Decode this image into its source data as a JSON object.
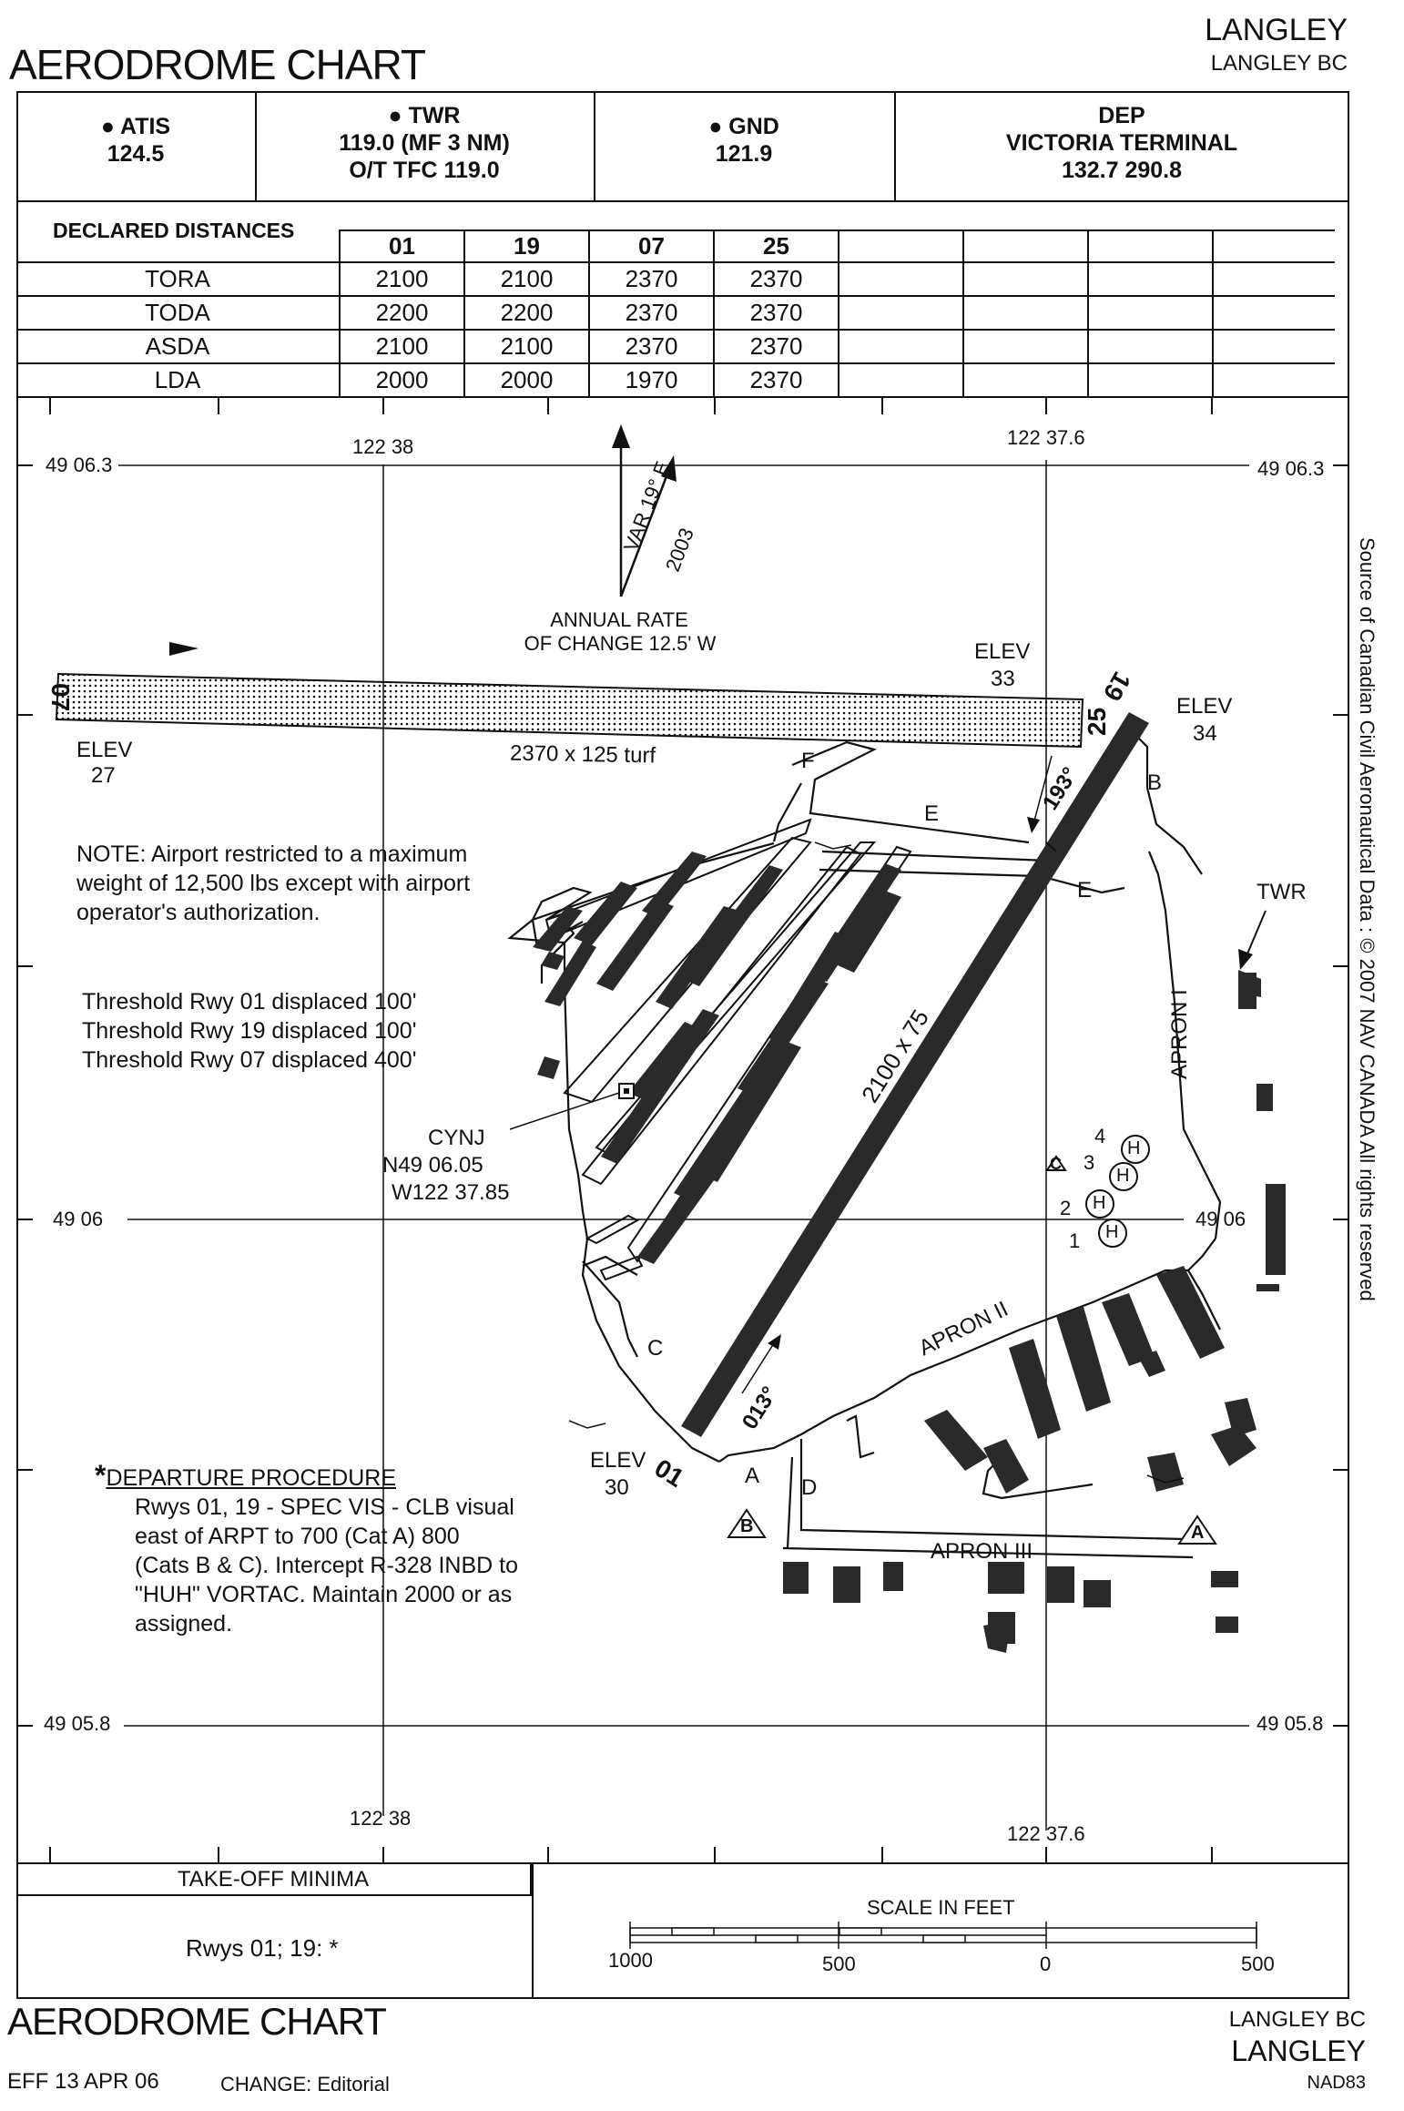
{
  "header": {
    "title": "AERODROME CHART",
    "airport_name": "LANGLEY",
    "airport_location": "LANGLEY BC"
  },
  "frequencies": {
    "atis_label": "ATIS",
    "atis_freq": "124.5",
    "twr_label": "TWR",
    "twr_line1": "119.0 (MF 3 NM)",
    "twr_line2": "O/T TFC 119.0",
    "gnd_label": "GND",
    "gnd_freq": "121.9",
    "dep_label": "DEP",
    "dep_name": "VICTORIA TERMINAL",
    "dep_freqs": "132.7  290.8"
  },
  "declared_distances": {
    "title": "DECLARED DISTANCES",
    "runways": [
      "01",
      "19",
      "07",
      "25"
    ],
    "rows": [
      {
        "name": "TORA",
        "values": [
          "2100",
          "2100",
          "2370",
          "2370"
        ]
      },
      {
        "name": "TODA",
        "values": [
          "2200",
          "2200",
          "2370",
          "2370"
        ]
      },
      {
        "name": "ASDA",
        "values": [
          "2100",
          "2100",
          "2370",
          "2370"
        ]
      },
      {
        "name": "LDA",
        "values": [
          "2000",
          "2000",
          "1970",
          "2370"
        ]
      }
    ]
  },
  "grid": {
    "lat_top": "49 06.3",
    "lat_mid": "49 06",
    "lat_bottom": "49 05.8",
    "lon_west": "122 38",
    "lon_east": "122 37.6"
  },
  "magnetic": {
    "var_label": "VAR 19° E",
    "var_year": "2003",
    "annual_line1": "ANNUAL RATE",
    "annual_line2": "OF CHANGE 12.5' W"
  },
  "runways": {
    "turf_dims": "2370 x 125  turf",
    "main_dims": "2100 x 75",
    "rwy07": "07",
    "rwy25": "25",
    "rwy01": "01",
    "rwy19": "19",
    "hdg_193": "193°",
    "hdg_013": "013°"
  },
  "elevations": {
    "elev_label": "ELEV",
    "e27": "27",
    "e33": "33",
    "e34": "34",
    "e30": "30"
  },
  "labels": {
    "twr": "TWR",
    "apron1": "APRON I",
    "apron2": "APRON II",
    "apron3": "APRON III",
    "tw_a": "A",
    "tw_b": "B",
    "tw_c": "C",
    "tw_d": "D",
    "tw_e": "E",
    "tw_f": "F",
    "heli_h": "H",
    "heli_1": "1",
    "heli_2": "2",
    "heli_3": "3",
    "heli_4": "4"
  },
  "arp": {
    "name": "CYNJ",
    "lat": "N49 06.05",
    "lon": "W122 37.85"
  },
  "notes": {
    "note_line1": "NOTE:  Airport restricted to a maximum",
    "note_line2": "weight of 12,500 lbs except with airport",
    "note_line3": "operator's authorization.",
    "thr1": "Threshold Rwy 01 displaced 100'",
    "thr2": "Threshold Rwy 19 displaced 100'",
    "thr3": "Threshold Rwy 07 displaced 400'"
  },
  "departure": {
    "title": "DEPARTURE PROCEDURE",
    "l1": "Rwys 01, 19 - SPEC VIS - CLB visual",
    "l2": "east of ARPT to 700 (Cat A) 800",
    "l3": "(Cats B & C).  Intercept R-328 INBD to",
    "l4": "\"HUH\" VORTAC.  Maintain 2000 or as",
    "l5": "assigned."
  },
  "source_note": "Source of Canadian Civil Aeronautical Data : © 2007 NAV CANADA All rights reserved",
  "takeoff": {
    "title": "TAKE-OFF MINIMA",
    "rwys": "Rwys 01; 19:  *"
  },
  "scale": {
    "title": "SCALE IN FEET",
    "t1000": "1000",
    "t500a": "500",
    "t0": "0",
    "t500b": "500"
  },
  "footer": {
    "title": "AERODROME CHART",
    "eff": "EFF 13 APR 06",
    "change": "CHANGE: Editorial",
    "location": "LANGLEY BC",
    "name": "LANGLEY",
    "datum": "NAD83"
  }
}
